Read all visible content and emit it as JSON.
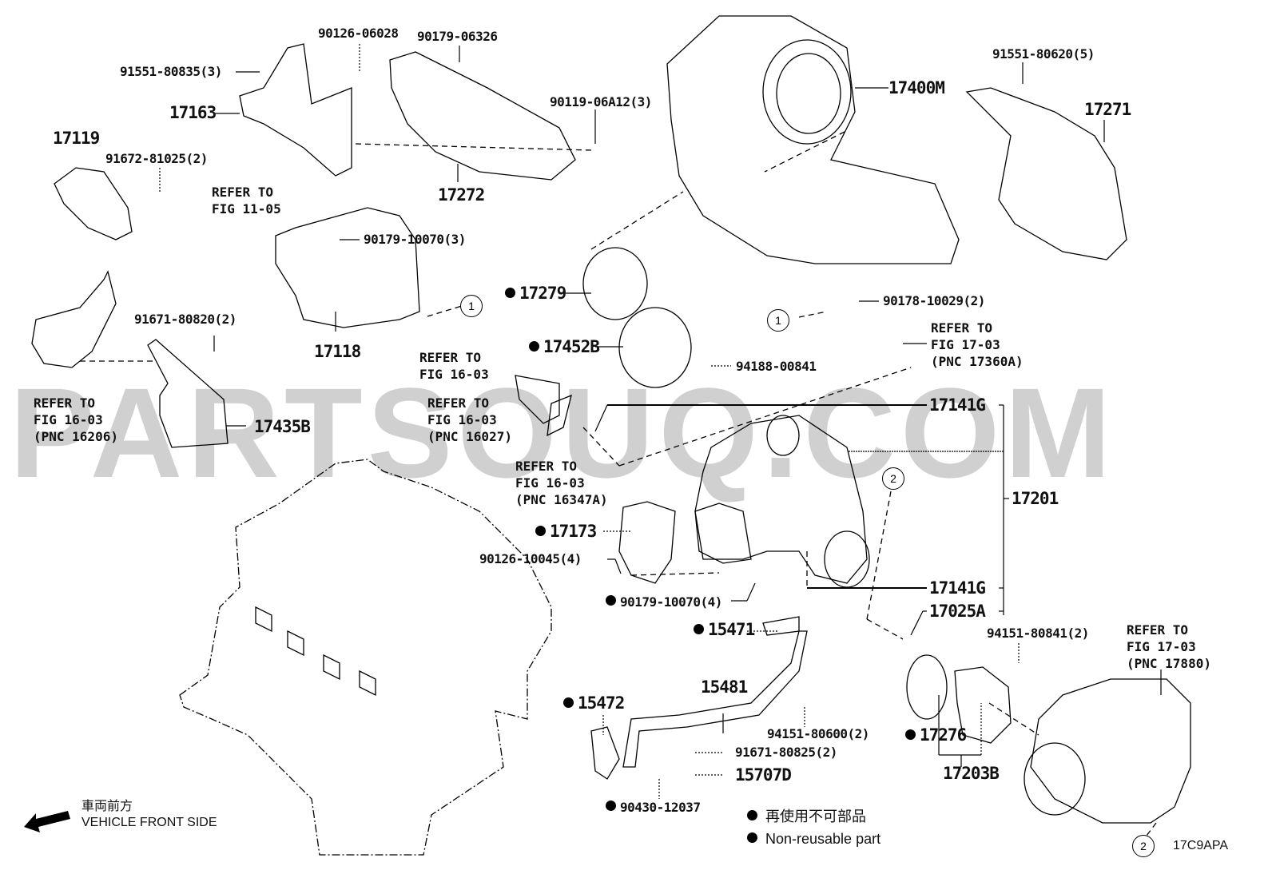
{
  "diagram": {
    "title": "Turbocharger / Exhaust Manifold parts diagram",
    "figure_code": "17C9APA",
    "watermark": "PARTSOUQ.COM",
    "parts": [
      {
        "id": "p1",
        "number": "90126-06028",
        "qty": "",
        "non_reusable": false
      },
      {
        "id": "p2",
        "number": "90179-06326",
        "qty": "",
        "non_reusable": false
      },
      {
        "id": "p3",
        "number": "91551-80835",
        "qty": "(3)",
        "non_reusable": false
      },
      {
        "id": "p4",
        "number": "17163",
        "qty": "",
        "non_reusable": false
      },
      {
        "id": "p5",
        "number": "90119-06A12",
        "qty": "(3)",
        "non_reusable": false
      },
      {
        "id": "p6",
        "number": "17119",
        "qty": "",
        "non_reusable": false
      },
      {
        "id": "p7",
        "number": "91672-81025",
        "qty": "(2)",
        "non_reusable": false
      },
      {
        "id": "p8",
        "number": "17272",
        "qty": "",
        "non_reusable": false
      },
      {
        "id": "p9",
        "number": "17400M",
        "qty": "",
        "non_reusable": false
      },
      {
        "id": "p10",
        "number": "91551-80620",
        "qty": "(5)",
        "non_reusable": false
      },
      {
        "id": "p11",
        "number": "17271",
        "qty": "",
        "non_reusable": false
      },
      {
        "id": "p12",
        "number": "90179-10070",
        "qty": "(3)",
        "non_reusable": false
      },
      {
        "id": "p13",
        "number": "17118",
        "qty": "",
        "non_reusable": false
      },
      {
        "id": "p14",
        "number": "91671-80820",
        "qty": "(2)",
        "non_reusable": false
      },
      {
        "id": "p15",
        "number": "17435B",
        "qty": "",
        "non_reusable": false
      },
      {
        "id": "p16",
        "number": "17279",
        "qty": "",
        "non_reusable": true
      },
      {
        "id": "p17",
        "number": "17452B",
        "qty": "",
        "non_reusable": true
      },
      {
        "id": "p18",
        "number": "94188-00841",
        "qty": "",
        "non_reusable": false
      },
      {
        "id": "p19",
        "number": "90178-10029",
        "qty": "(2)",
        "non_reusable": false
      },
      {
        "id": "p20",
        "number": "17141G",
        "qty": "",
        "non_reusable": false
      },
      {
        "id": "p21",
        "number": "17201",
        "qty": "",
        "non_reusable": false
      },
      {
        "id": "p22",
        "number": "17173",
        "qty": "",
        "non_reusable": true
      },
      {
        "id": "p23",
        "number": "90126-10045",
        "qty": "(4)",
        "non_reusable": false
      },
      {
        "id": "p24",
        "number": "90179-10070",
        "qty": "(4)",
        "non_reusable": true
      },
      {
        "id": "p25",
        "number": "17141G",
        "qty": "",
        "non_reusable": false
      },
      {
        "id": "p26",
        "number": "17025A",
        "qty": "",
        "non_reusable": false
      },
      {
        "id": "p27",
        "number": "15471",
        "qty": "",
        "non_reusable": true
      },
      {
        "id": "p28",
        "number": "94151-80841",
        "qty": "(2)",
        "non_reusable": false
      },
      {
        "id": "p29",
        "number": "15481",
        "qty": "",
        "non_reusable": false
      },
      {
        "id": "p30",
        "number": "15472",
        "qty": "",
        "non_reusable": true
      },
      {
        "id": "p31",
        "number": "94151-80600",
        "qty": "(2)",
        "non_reusable": false
      },
      {
        "id": "p32",
        "number": "91671-80825",
        "qty": "(2)",
        "non_reusable": false
      },
      {
        "id": "p33",
        "number": "15707D",
        "qty": "",
        "non_reusable": false
      },
      {
        "id": "p34",
        "number": "17276",
        "qty": "",
        "non_reusable": true
      },
      {
        "id": "p35",
        "number": "17203B",
        "qty": "",
        "non_reusable": false
      },
      {
        "id": "p36",
        "number": "90430-12037",
        "qty": "",
        "non_reusable": true
      }
    ],
    "references": [
      {
        "id": "r1",
        "text": "REFER TO\nFIG 11-05"
      },
      {
        "id": "r2",
        "text": "REFER TO\nFIG 16-03\n(PNC 16206)"
      },
      {
        "id": "r3",
        "text": "REFER TO\nFIG 16-03"
      },
      {
        "id": "r4",
        "text": "REFER TO\nFIG 16-03\n(PNC 16027)"
      },
      {
        "id": "r5",
        "text": "REFER TO\nFIG 16-03\n(PNC 16347A)"
      },
      {
        "id": "r6",
        "text": "REFER TO\nFIG 17-03\n(PNC 17360A)"
      },
      {
        "id": "r7",
        "text": "REFER TO\nFIG 17-03\n(PNC 17880)"
      }
    ],
    "connectors": [
      "1",
      "1",
      "2",
      "2"
    ],
    "legend": {
      "jp": "再使用不可部品",
      "en": "Non-reusable part"
    },
    "direction": {
      "jp": "車両前方",
      "en": "VEHICLE FRONT SIDE"
    }
  }
}
